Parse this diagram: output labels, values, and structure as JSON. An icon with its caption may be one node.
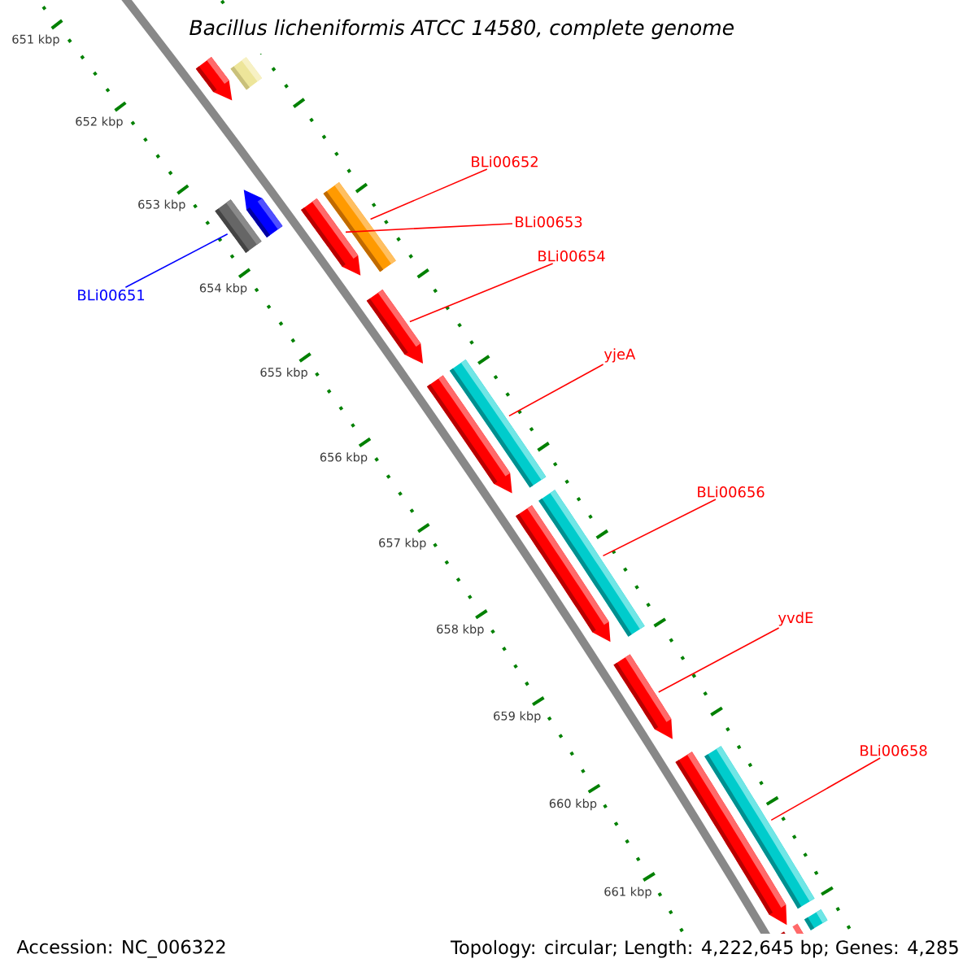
{
  "diagram": {
    "title": "Bacillus licheniformis ATCC 14580, complete genome",
    "nodes": [
      {
        "text": [
          "BLi00652"
        ]
      },
      {
        "text": [
          "BLi00653"
        ]
      },
      {
        "text": [
          "BLi00654"
        ]
      },
      {
        "text": [
          "BLi00651"
        ]
      },
      {
        "text": [
          "yjeA"
        ]
      },
      {
        "text": [
          "BLi00656"
        ]
      },
      {
        "text": [
          "yvdE"
        ]
      },
      {
        "text": [
          "BLi00658"
        ]
      },
      {
        "text": [],
        "shape": "bar"
      },
      {
        "text": [],
        "shape": "arrow"
      },
      {
        "text": [],
        "shape": "arrow"
      },
      {
        "text": [],
        "shape": "bar"
      },
      {
        "text": [],
        "shape": "bar"
      },
      {
        "text": [],
        "shape": "bar"
      },
      {
        "text": [],
        "shape": "arrow"
      },
      {
        "text": [],
        "shape": "bar"
      },
      {
        "text": [],
        "shape": "bar"
      },
      {
        "text": [],
        "shape": "arrow"
      },
      {
        "text": [],
        "shape": "arrow"
      },
      {
        "text": [],
        "shape": "arrow"
      },
      {
        "text": [],
        "shape": "arrow"
      },
      {
        "text": [],
        "shape": "arrow"
      },
      {
        "text": [],
        "shape": "arrow"
      },
      {
        "text": [],
        "shape": "bar"
      }
    ],
    "edges": [
      {
        "from": 0,
        "to": 8,
        "arrow": "none"
      },
      {
        "from": 1,
        "to": 9,
        "arrow": "none"
      },
      {
        "from": 2,
        "to": 10,
        "arrow": "none"
      },
      {
        "from": 3,
        "to": 11,
        "arrow": "none",
        "color": "#0000ff"
      },
      {
        "from": 4,
        "to": 12,
        "arrow": "none"
      },
      {
        "from": 5,
        "to": 13,
        "arrow": "none"
      },
      {
        "from": 6,
        "to": 14,
        "arrow": "none"
      },
      {
        "from": 7,
        "to": 15,
        "arrow": "none"
      }
    ],
    "labels": [
      "651 kbp",
      "652 kbp",
      "653 kbp",
      "654 kbp",
      "655 kbp",
      "656 kbp",
      "657 kbp",
      "658 kbp",
      "659 kbp",
      "660 kbp",
      "661 kbp",
      "Accession: NC_006322",
      "Topology: circular; Length: 4,222,645 bp; Genes: 4,285"
    ]
  }
}
